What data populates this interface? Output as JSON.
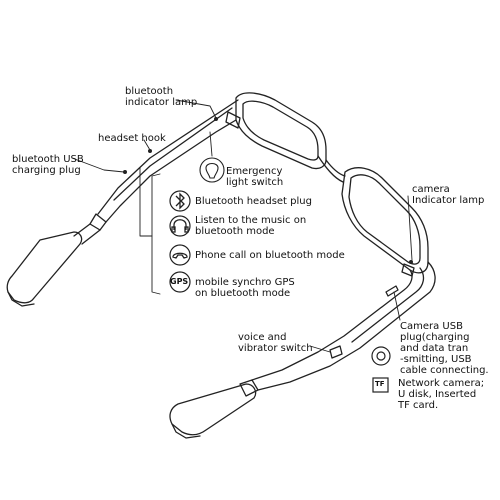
{
  "labels": {
    "bluetooth_indicator_lamp": [
      "bluetooth",
      "indicator lamp"
    ],
    "headset_hook": [
      "headset hook"
    ],
    "bluetooth_usb_charging_plug": [
      "bluetooth USB",
      "charging plug"
    ],
    "emergency_light_switch": [
      "Emergency",
      "light switch"
    ],
    "camera_indicator_lamp": [
      "camera",
      "Indicator lamp"
    ],
    "voice_and_vibrator_switch": [
      "voice and",
      "vibrator switch"
    ],
    "camera_usb_plug": [
      "Camera USB",
      "plug(charging",
      "and data tran",
      "-smitting, USB",
      "cable connecting."
    ],
    "network_camera": [
      "Network camera;",
      "U disk, Inserted",
      "TF card."
    ]
  },
  "features": [
    {
      "icon": "bluetooth-icon",
      "lines": [
        "Bluetooth headset plug"
      ]
    },
    {
      "icon": "headphones-icon",
      "lines": [
        "Listen to the music on",
        "bluetooth mode"
      ]
    },
    {
      "icon": "phone-icon",
      "lines": [
        "Phone call on bluetooth mode"
      ]
    },
    {
      "icon": "gps-icon",
      "icon_text": "GPS",
      "lines": [
        "mobile synchro GPS",
        "on bluetooth mode"
      ]
    }
  ],
  "tf_badge": "TF"
}
